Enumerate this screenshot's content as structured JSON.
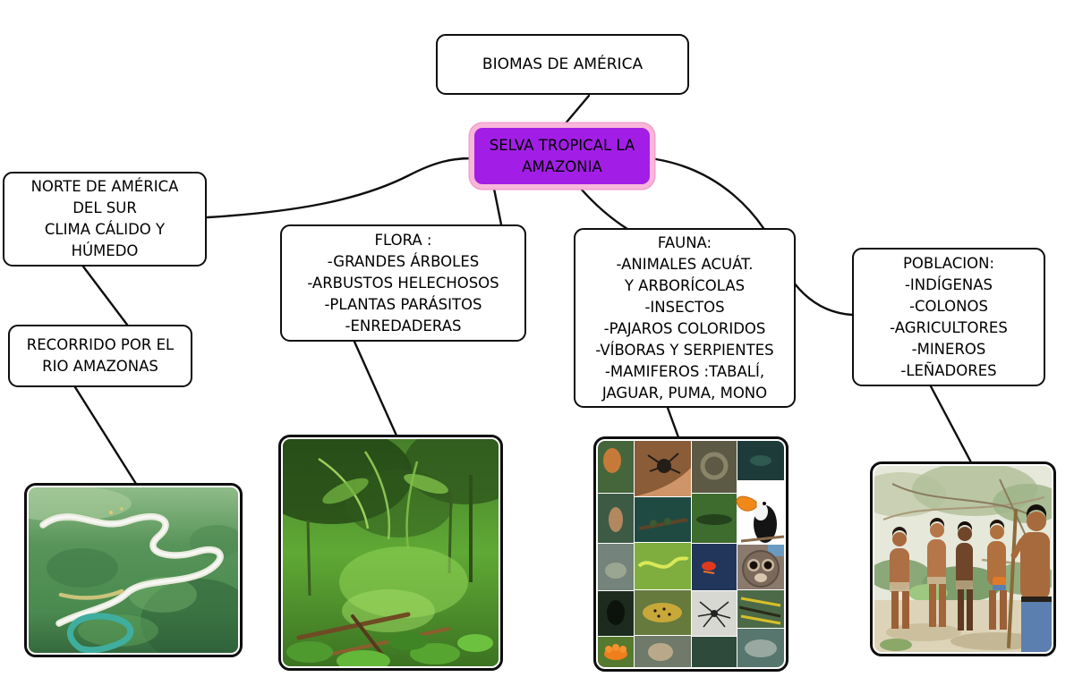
{
  "root_label": "BIOMAS DE AMÉRICA",
  "central": {
    "lines": [
      "SELVA TROPICAL LA",
      "AMAZONIA"
    ],
    "fill_color": "#a21ee6",
    "border_color": "#f9b6da"
  },
  "nodes": {
    "norte": {
      "lines": [
        "NORTE DE AMÉRICA",
        "DEL SUR",
        "CLIMA CÁLIDO Y",
        "HÚMEDO"
      ]
    },
    "recorrido": {
      "lines": [
        "RECORRIDO POR EL",
        "RIO AMAZONAS"
      ]
    },
    "flora": {
      "lines": [
        "FLORA :",
        "-GRANDES ÁRBOLES",
        "-ARBUSTOS HELECHOSOS",
        "-PLANTAS PARÁSITOS",
        "-ENREDADERAS"
      ]
    },
    "fauna": {
      "lines": [
        "FAUNA:",
        "-ANIMALES ACUÁT.",
        "Y ARBORÍCOLAS",
        "-INSECTOS",
        "-PAJAROS COLORIDOS",
        "-VÍBORAS Y SERPIENTES",
        "-MAMIFEROS :TABALÍ,",
        "JAGUAR, PUMA, MONO"
      ]
    },
    "poblacion": {
      "lines": [
        "POBLACION:",
        "-INDÍGENAS",
        "-COLONOS",
        "-AGRICULTORES",
        "-MINEROS",
        "-LEÑADORES"
      ]
    }
  },
  "images": {
    "river": {
      "alt": "Foto aérea del río Amazonas serpenteando por la selva verde"
    },
    "flora": {
      "alt": "Foto del interior de la selva con vegetación densa y troncos caídos"
    },
    "fauna": {
      "alt": "Collage de fotos de animales amazónicos: tarántula, tucán, mono nocturno, jaguar, puma, manatí"
    },
    "poblacion": {
      "alt": "Foto de un grupo de indígenas de la Amazonia en el monte"
    }
  }
}
